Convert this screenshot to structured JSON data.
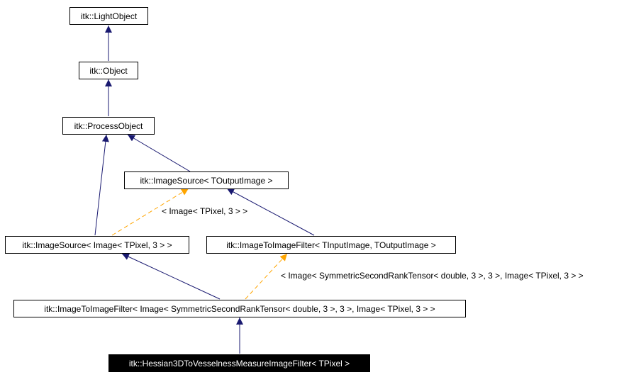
{
  "colors": {
    "inheritance_edge": "#191970",
    "template_edge": "#ffa500",
    "node_border": "#000000",
    "node_fill": "#ffffff",
    "highlight_fill": "#000000",
    "highlight_text": "#ffffff"
  },
  "nodes": [
    {
      "id": "light-object",
      "label": "itk::LightObject"
    },
    {
      "id": "object",
      "label": "itk::Object"
    },
    {
      "id": "process-object",
      "label": "itk::ProcessObject"
    },
    {
      "id": "image-source-toutput",
      "label": "itk::ImageSource< TOutputImage >"
    },
    {
      "id": "image-source-image",
      "label": "itk::ImageSource< Image< TPixel, 3 > >"
    },
    {
      "id": "image-to-image-filter-generic",
      "label": "itk::ImageToImageFilter< TInputImage, TOutputImage >"
    },
    {
      "id": "image-to-image-filter-specific",
      "label": "itk::ImageToImageFilter< Image< SymmetricSecondRankTensor< double, 3 >, 3 >, Image< TPixel, 3 > >"
    },
    {
      "id": "hessian-filter",
      "label": "itk::Hessian3DToVesselnessMeasureImageFilter< TPixel >",
      "highlight": true
    }
  ],
  "edge_labels": {
    "image_source_template": "< Image< TPixel, 3 > >",
    "filter_template": "< Image< SymmetricSecondRankTensor< double, 3 >, 3 >, Image< TPixel, 3 > >"
  }
}
